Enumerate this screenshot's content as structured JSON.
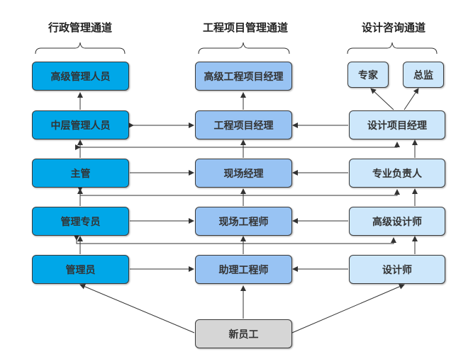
{
  "headers": {
    "admin": "行政管理通道",
    "engineering": "工程项目管理通道",
    "design": "设计咨询通道"
  },
  "admin_col": [
    "高级管理人员",
    "中层管理人员",
    "主管",
    "管理专员",
    "管理员"
  ],
  "eng_col": [
    "高级工程项目经理",
    "工程项目经理",
    "现场经理",
    "现场工程师",
    "助理工程师"
  ],
  "design_col": [
    "专家",
    "总监",
    "设计项目经理",
    "专业负责人",
    "高级设计师",
    "设计师"
  ],
  "entry": "新员工",
  "colors": {
    "admin": "#00a7e8",
    "engineering": "#98c3f3",
    "design": "#cde7fb",
    "entry": "#d6d6d6",
    "line": "#333333"
  }
}
